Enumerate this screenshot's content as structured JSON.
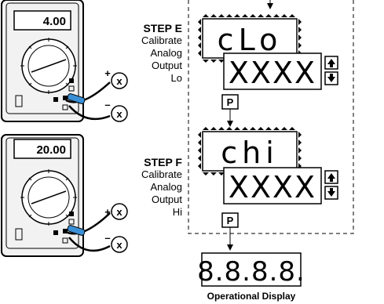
{
  "meters": [
    {
      "reading": "4.00",
      "plus_label": "+",
      "minus_label": "–",
      "terminal_label": "x"
    },
    {
      "reading": "20.00",
      "plus_label": "+",
      "minus_label": "–",
      "terminal_label": "x"
    }
  ],
  "steps": [
    {
      "heading": "STEP E",
      "lines": [
        "Calibrate",
        "Analog",
        "Output",
        "Lo"
      ],
      "display_text": "cLo",
      "value_text": "XXXX"
    },
    {
      "heading": "STEP F",
      "lines": [
        "Calibrate",
        "Analog",
        "Output",
        "Hi"
      ],
      "display_text": "chi",
      "value_text": "XXXX"
    }
  ],
  "program_button_label": "P",
  "operational_display": {
    "digits": "8.8.8.8.",
    "caption": "Operational Display"
  },
  "colors": {
    "probe_blue": "#3a8fd6",
    "line": "#000000",
    "meter_fill": "#f2f2f2"
  }
}
